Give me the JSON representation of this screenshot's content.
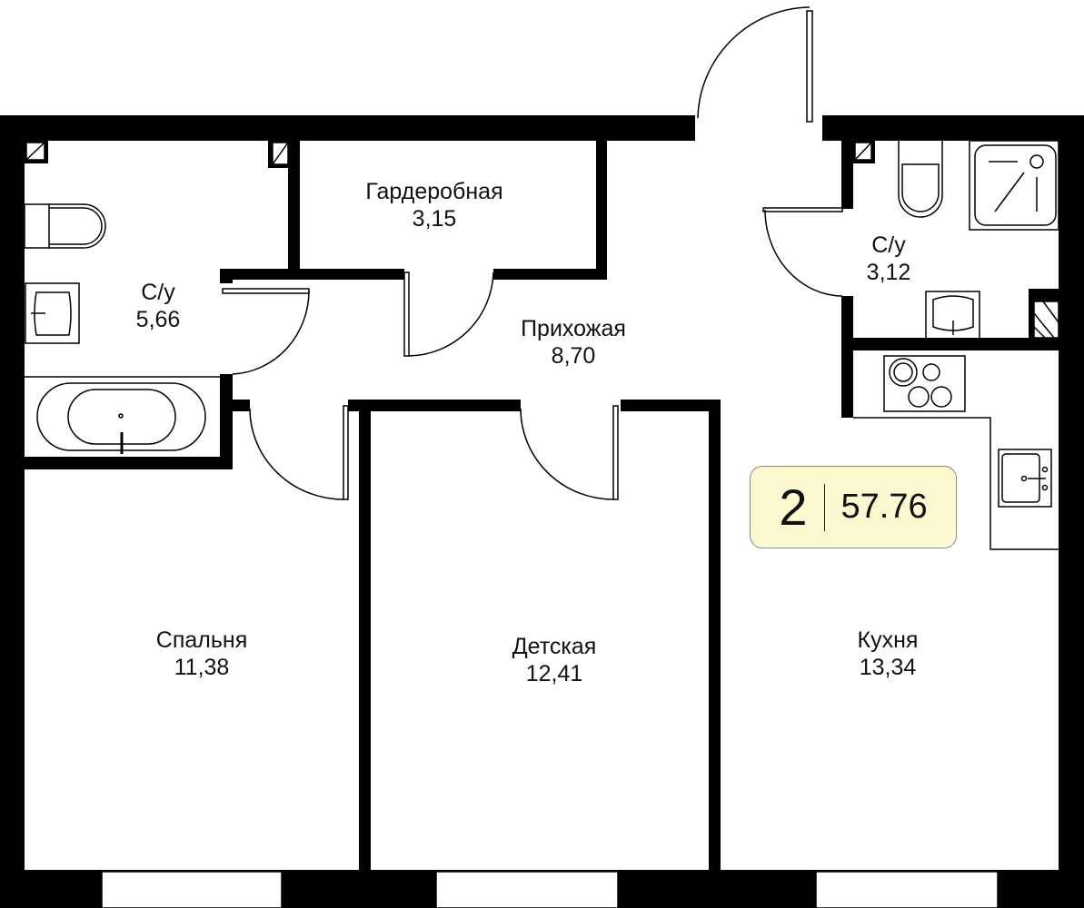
{
  "rooms": [
    {
      "name": "Гардеробная",
      "area": "3,15"
    },
    {
      "name": "С/у",
      "area": "5,66"
    },
    {
      "name": "Прихожая",
      "area": "8,70"
    },
    {
      "name": "С/у",
      "area": "3,12"
    },
    {
      "name": "Спальня",
      "area": "11,38"
    },
    {
      "name": "Детская",
      "area": "12,41"
    },
    {
      "name": "Кухня",
      "area": "13,34"
    }
  ],
  "summary": {
    "room_count": "2",
    "total_area": "57.76"
  },
  "colors": {
    "wall": "#000000",
    "badge_bg": "#fcf8cf"
  }
}
